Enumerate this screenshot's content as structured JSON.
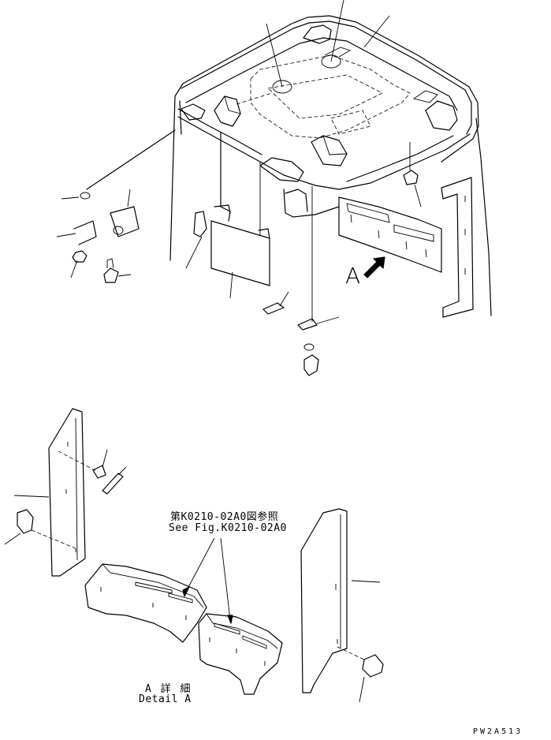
{
  "labels": {
    "view_marker": "A",
    "reference_jp": "第K0210-02A0図参照",
    "reference_en": "See Fig.K0210-02A0",
    "detail_jp": "A 詳 細",
    "detail_en": "Detail A",
    "drawing_code": "PW2A513"
  },
  "colors": {
    "line": "#000000",
    "background": "#ffffff"
  }
}
